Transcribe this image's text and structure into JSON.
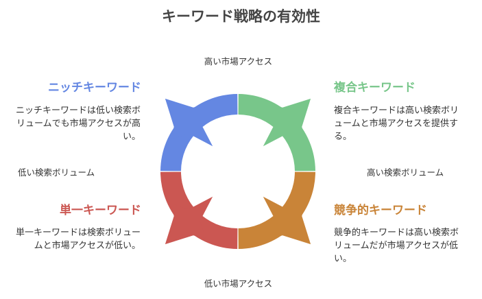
{
  "title": "キーワード戦略の有効性",
  "axes": {
    "top": "高い市場アクセス",
    "bottom": "低い市場アクセス",
    "left": "低い検索ボリューム",
    "right": "高い検索ボリューム"
  },
  "quadrants": [
    {
      "heading": "ニッチキーワード",
      "text": "ニッチキーワードは低い検索ボリュームでも市場アクセスが高い。",
      "color": "#6487e2"
    },
    {
      "heading": "複合キーワード",
      "text": "複合キーワードは高い検索ボリュームと市場アクセスを提供する。",
      "color": "#78c68a"
    },
    {
      "heading": "単一キーワード",
      "text": "単一キーワードは検索ボリュームと市場アクセスが低い。",
      "color": "#cb5752"
    },
    {
      "heading": "競争的キーワード",
      "text": "競争的キーワードは高い検索ボリュームだが市場アクセスが低い。",
      "color": "#c98438"
    }
  ]
}
